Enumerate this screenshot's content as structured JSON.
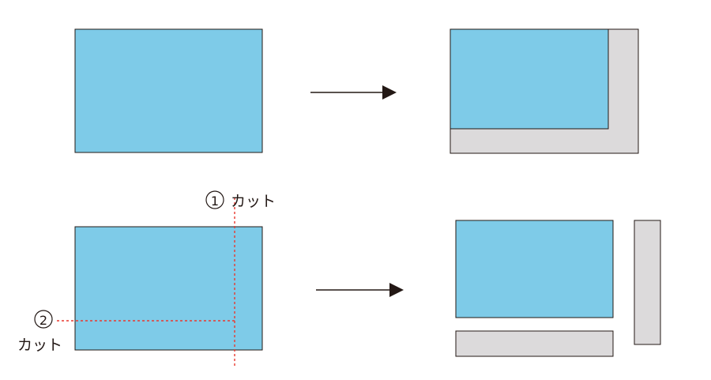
{
  "colors": {
    "sheet": "#7ecbe8",
    "scrap": "#dcdadb",
    "outline": "#231815",
    "cut_line": "#e8382f",
    "arrow": "#231815"
  },
  "labels": {
    "cut1_number": "1",
    "cut1_text": "カット",
    "cut2_number": "2",
    "cut2_text": "カット"
  }
}
